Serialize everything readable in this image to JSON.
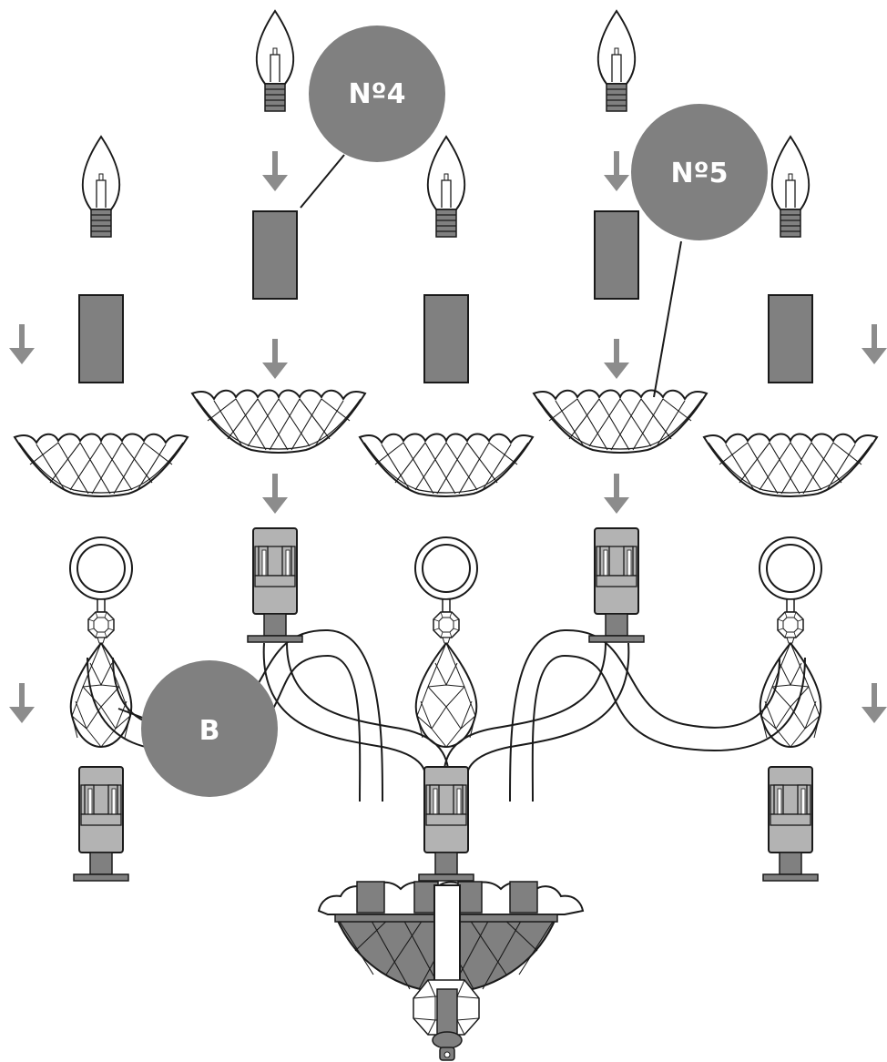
{
  "callouts": {
    "no4": "Nº4",
    "no5": "Nº5",
    "b": "B"
  },
  "colors": {
    "fill_dark": "#808080",
    "fill_light": "#b3b3b3",
    "stroke": "#1a1a1a",
    "arrow": "#8c8c8c",
    "background": "#ffffff"
  },
  "icons": {
    "bulb": "candle-bulb-icon",
    "sleeve": "candle-sleeve-icon",
    "bobeche": "crystal-bobeche-icon",
    "pendant": "crystal-pendant-icon",
    "socket": "bulb-socket-icon",
    "arrow": "arrow-down-icon",
    "arm": "chandelier-arm-icon",
    "body": "chandelier-body-icon"
  }
}
